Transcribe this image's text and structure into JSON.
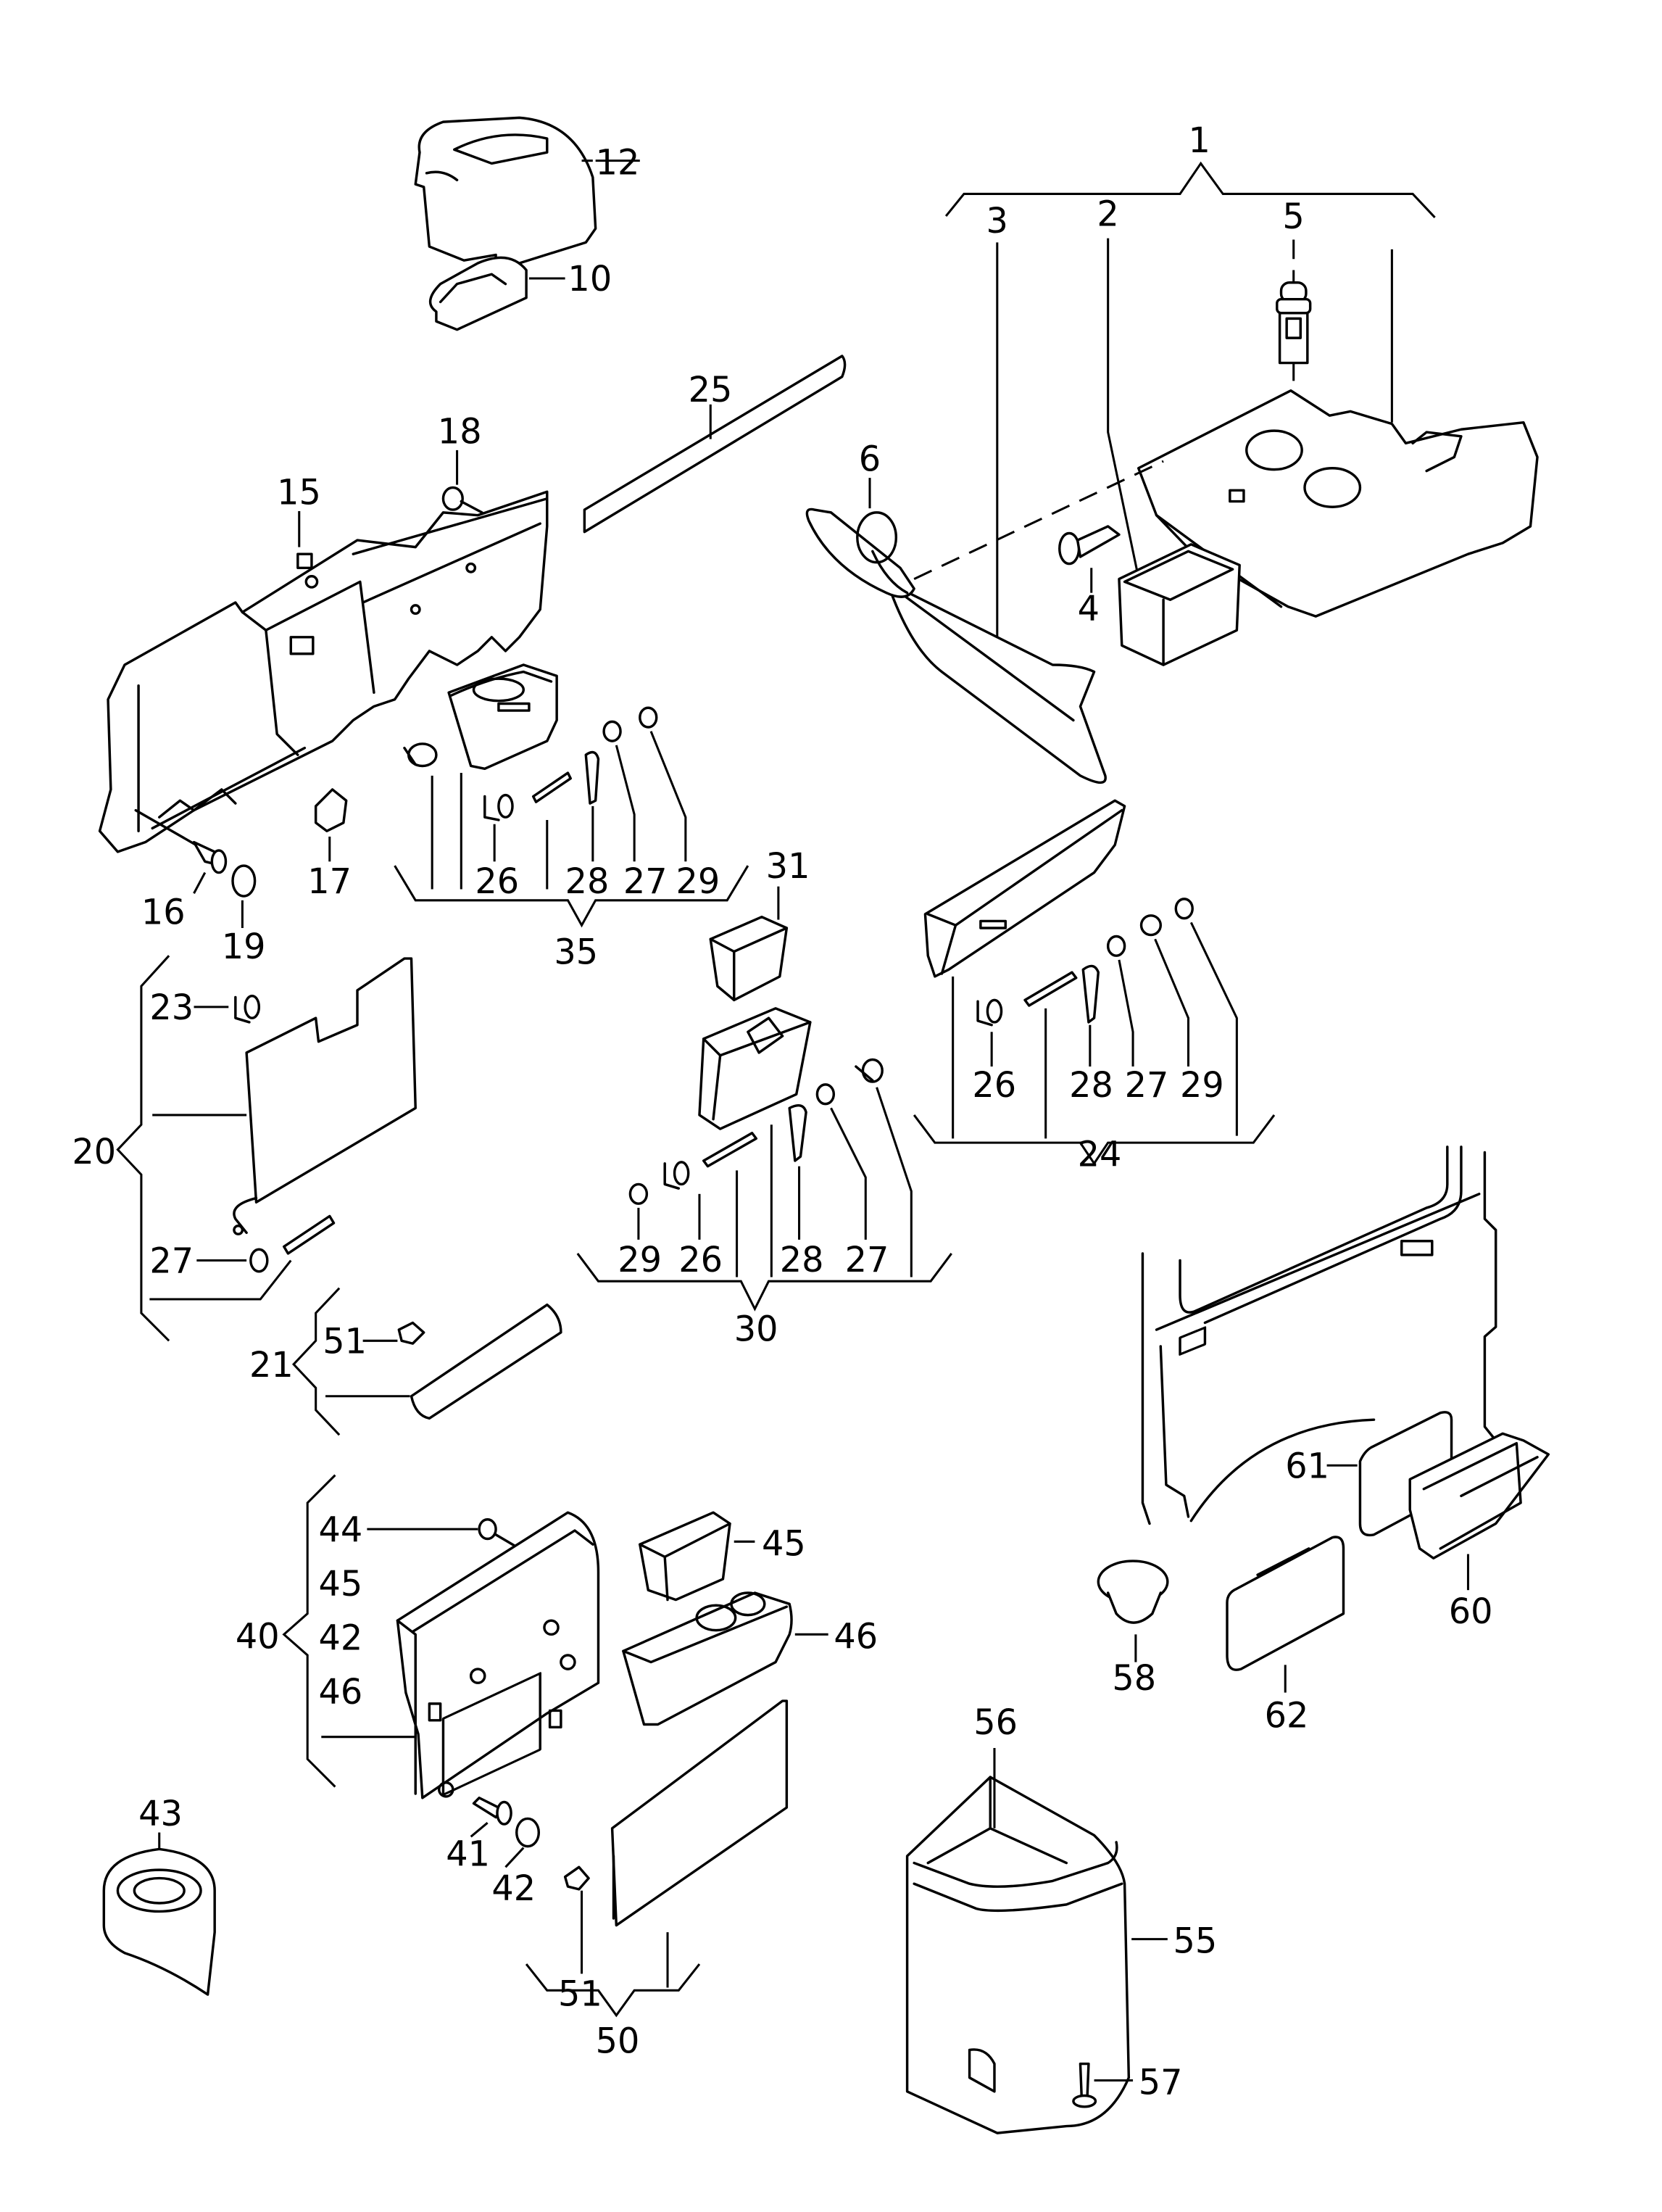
{
  "diagram": {
    "type": "exploded-parts-diagram",
    "subject": "dashboard storage compartments, glove box, ashtrays and trim",
    "callouts": {
      "c1": "1",
      "c2": "2",
      "c3": "3",
      "c4": "4",
      "c5": "5",
      "c6": "6",
      "c10": "10",
      "c12": "12",
      "c15": "15",
      "c16": "16",
      "c17": "17",
      "c18": "18",
      "c19": "19",
      "c20": "20",
      "c21": "21",
      "c23": "23",
      "c24": "24",
      "c25": "25",
      "c26a": "26",
      "c26b": "26",
      "c26c": "26",
      "c27a": "27",
      "c27b": "27",
      "c27c": "27",
      "c27d": "27",
      "c28a": "28",
      "c28b": "28",
      "c28c": "28",
      "c29a": "29",
      "c29b": "29",
      "c29c": "29",
      "c30": "30",
      "c31": "31",
      "c35": "35",
      "c40": "40",
      "c41": "41",
      "c42a": "42",
      "c42b": "42",
      "c43": "43",
      "c44": "44",
      "c45a": "45",
      "c45b": "45",
      "c46a": "46",
      "c46b": "46",
      "c50": "50",
      "c51a": "51",
      "c51b": "51",
      "c55": "55",
      "c56": "56",
      "c57": "57",
      "c58": "58",
      "c60": "60",
      "c61": "61",
      "c62": "62"
    },
    "groups": [
      {
        "id": "1",
        "members": [
          "2",
          "3",
          "4",
          "5"
        ]
      },
      {
        "id": "35",
        "members": [
          "26",
          "28",
          "27",
          "29"
        ]
      },
      {
        "id": "20",
        "members": [
          "23",
          "27"
        ]
      },
      {
        "id": "21",
        "members": [
          "51"
        ]
      },
      {
        "id": "30",
        "members": [
          "29",
          "26",
          "28",
          "27"
        ]
      },
      {
        "id": "24",
        "members": [
          "26",
          "28",
          "27",
          "29"
        ]
      },
      {
        "id": "40",
        "members": [
          "44",
          "45",
          "42",
          "46"
        ]
      },
      {
        "id": "50",
        "members": [
          "51"
        ]
      }
    ]
  }
}
